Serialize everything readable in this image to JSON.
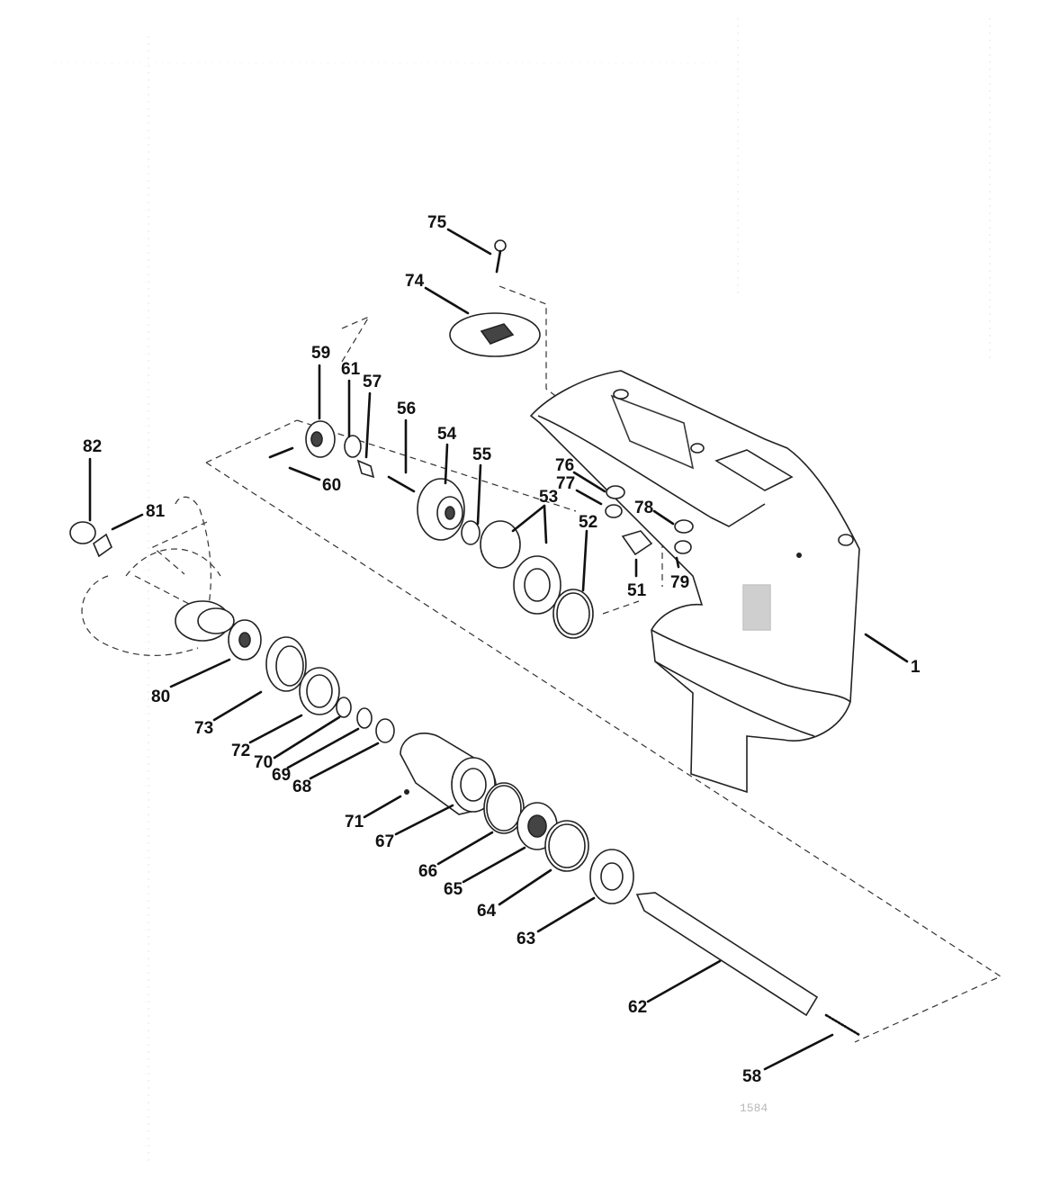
{
  "diagram": {
    "labels": [
      "1",
      "51",
      "52",
      "53",
      "54",
      "55",
      "56",
      "57",
      "58",
      "59",
      "60",
      "61",
      "62",
      "63",
      "64",
      "65",
      "66",
      "67",
      "68",
      "69",
      "70",
      "71",
      "72",
      "73",
      "74",
      "75",
      "76",
      "77",
      "78",
      "79",
      "80",
      "81",
      "82"
    ],
    "footer_code": "1584"
  }
}
